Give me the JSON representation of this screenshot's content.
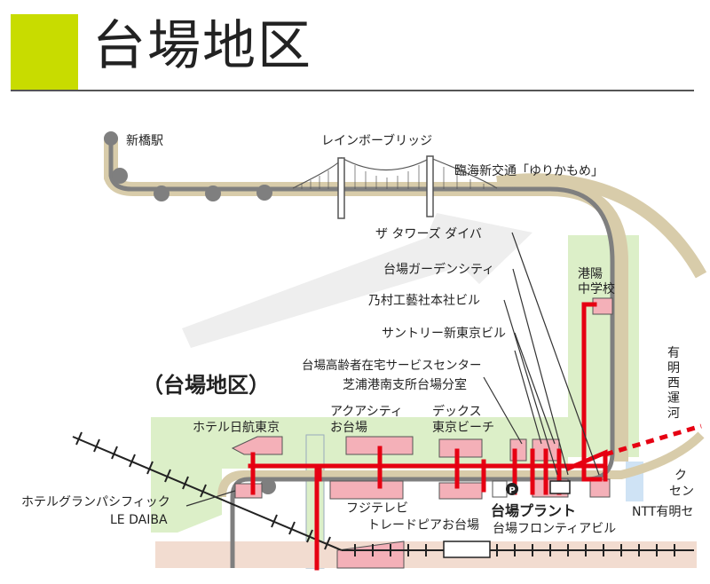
{
  "header": {
    "title": "台場地区",
    "accent_color": "#c8dc00"
  },
  "map": {
    "area_label": "（台場地区）",
    "labels": {
      "shinbashi": "新橋駅",
      "rainbow_bridge": "レインボーブリッジ",
      "yurikamome": "臨海新交通「ゆりかもめ」",
      "the_towers": "ザ タワーズ ダイバ",
      "garden_city": "台場ガーデンシティ",
      "nomura": "乃村工藝社本社ビル",
      "suntory": "サントリー新東京ビル",
      "elderly_center": "台場高齢者在宅サービスセンター",
      "shibaura_office": "芝浦港南支所台場分室",
      "school_line1": "港陽",
      "school_line2": "中学校",
      "ariake_line1": "有",
      "ariake_line2": "明",
      "ariake_line3": "西",
      "ariake_line4": "運",
      "ariake_line5": "河",
      "hotel_nikko": "ホテル日航東京",
      "aqua_line1": "アクアシティ",
      "aqua_line2": "お台場",
      "decks_line1": "デックス",
      "decks_line2": "東京ビーチ",
      "grand_pacific_line1": "ホテルグランパシフィック",
      "grand_pacific_line2": "LE DAIBA",
      "fuji_tv": "フジテレビ",
      "trade_pia": "トレードピアお台場",
      "daiba_plant": "台場プラント",
      "frontier": "台場フロンティアビル",
      "ntt": "NTT有明セ",
      "cut_line1": "ク",
      "cut_line2": "セン",
      "parking": "P"
    },
    "colors": {
      "route": "#e60012",
      "rail": "#808080",
      "road": "#d8ccaa",
      "green": "#dcefc8",
      "building": "#f4b0b8",
      "water": "#cfe3f5"
    }
  }
}
